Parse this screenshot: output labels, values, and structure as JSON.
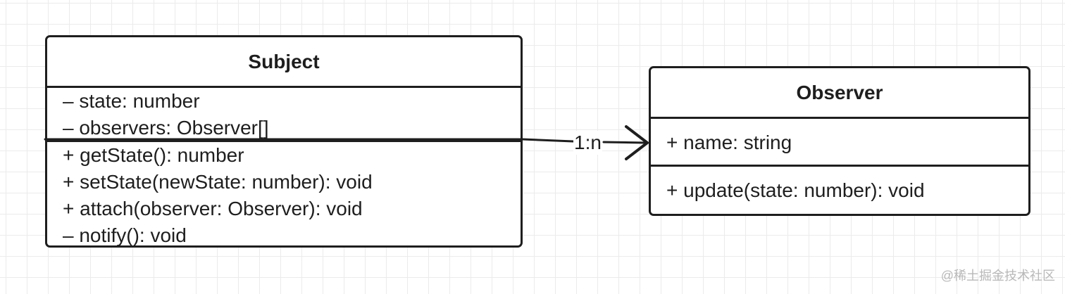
{
  "subject": {
    "name": "Subject",
    "attributes": [
      "– state: number",
      "– observers: Observer[]"
    ],
    "methods": [
      "+ getState(): number",
      "+ setState(newState: number): void",
      "+ attach(observer: Observer): void",
      "– notify(): void"
    ]
  },
  "observer": {
    "name": "Observer",
    "attributes": [
      "+ name: string"
    ],
    "methods": [
      "+ update(state: number): void"
    ]
  },
  "association": {
    "multiplicity": "1:n"
  },
  "watermark": "@稀土掘金技术社区"
}
